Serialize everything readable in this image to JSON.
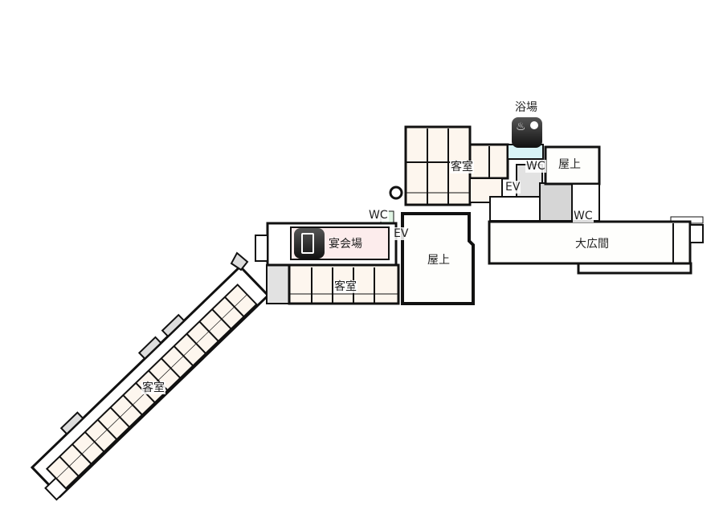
{
  "labels": {
    "bath": "浴場",
    "banquet": "宴会場",
    "guest_room_upper": "客室",
    "guest_room_middle": "客室",
    "guest_room_wing": "客室",
    "rooftop_right": "屋上",
    "rooftop_center": "屋上",
    "great_hall": "大広間",
    "wc_upper": "WC",
    "wc_right": "WC",
    "wc_left": "WC",
    "ev_upper": "EV",
    "ev_left": "EV"
  },
  "icons": {
    "bath": "hot-spring-icon",
    "banquet": "beer-mug-icon"
  },
  "colors": {
    "guest_room": "#fdf6ee",
    "banquet_room": "#fcecec",
    "service": "#e2e2e2",
    "bath_area": "#d8f3f6",
    "wc_area": "#e0f5e4",
    "wall": "#111111"
  },
  "wing_room_count": 15
}
